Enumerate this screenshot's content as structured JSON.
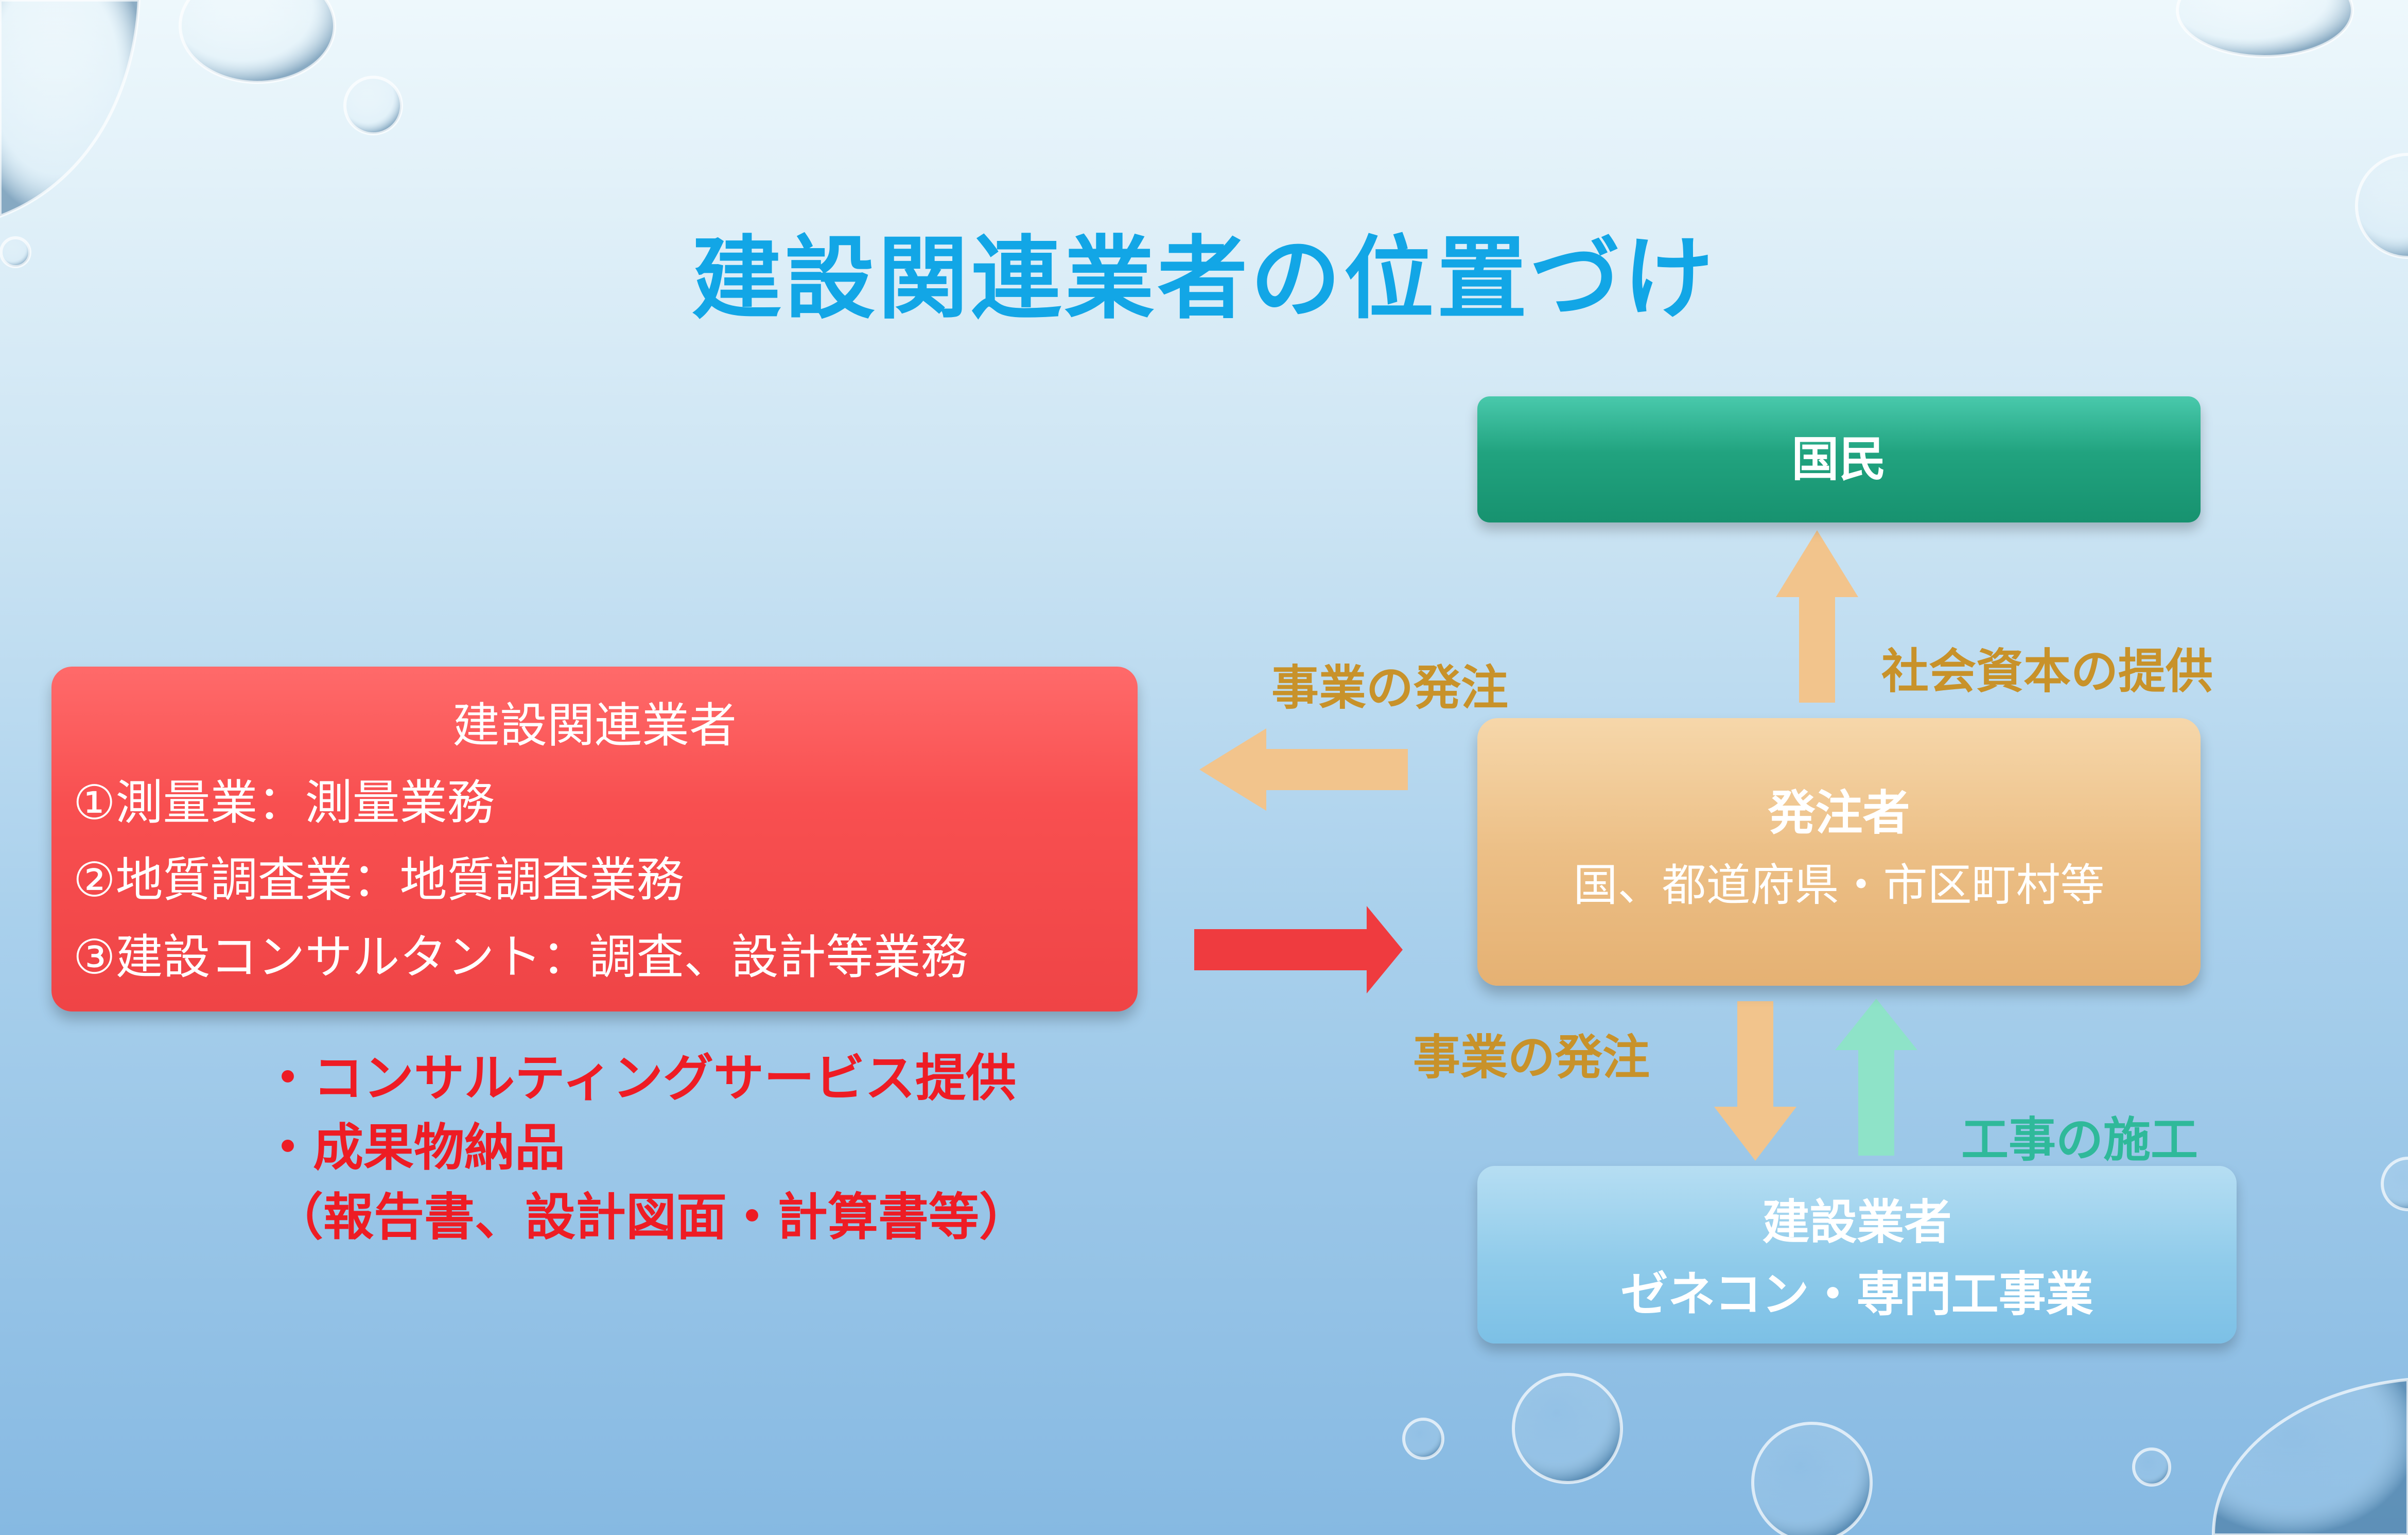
{
  "title": "建設関連業者の位置づけ",
  "citizens": "国民",
  "orderer": {
    "title": "発注者",
    "subtitle": "国、都道府県・市区町村等"
  },
  "contractor": {
    "title": "建設業者",
    "subtitle": "ゼネコン・専門工事業"
  },
  "related": {
    "title": "建設関連業者",
    "items": [
      "①測量業：測量業務",
      "②地質調査業：地質調査業務",
      "③建設コンサルタント：調査、設計等業務"
    ]
  },
  "labels": {
    "social_capital": "社会資本の提供",
    "order_top": "事業の発注",
    "order_bottom": "事業の発注",
    "construction": "工事の施工"
  },
  "deliverables": [
    "・コンサルティングサービス提供",
    "・成果物納品",
    "（報告書、設計図面・計算書等）"
  ],
  "colors": {
    "title": "#12a6e6",
    "citizens_box": "#21a37f",
    "orderer_box": "#ecbf86",
    "contractor_box": "#8fcbea",
    "related_box": "#f84f50",
    "gold_label": "#c8922a",
    "teal_label": "#2fb99a",
    "red_text": "#ee1c24"
  }
}
